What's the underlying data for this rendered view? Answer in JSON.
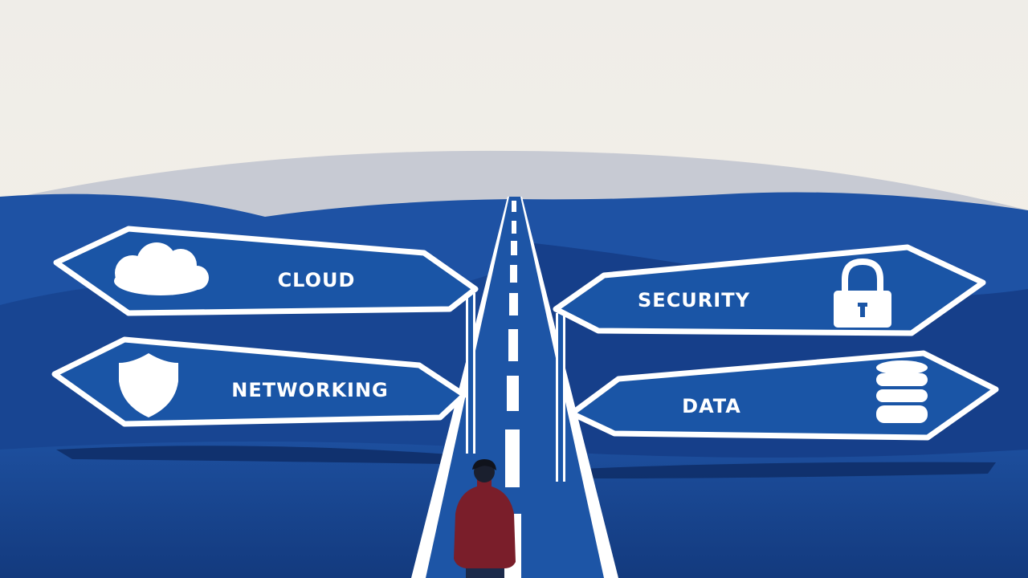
{
  "signs": {
    "cloud": {
      "label": "CLOUD",
      "icon": "cloud-icon"
    },
    "networking": {
      "label": "NETWORKING",
      "icon": "shield-icon"
    },
    "security": {
      "label": "SECURITY",
      "icon": "padlock-icon"
    },
    "data": {
      "label": "DATA",
      "icon": "database-icon"
    }
  },
  "colors": {
    "sky": "#f3efe6",
    "far_hill": "#c9ccd4",
    "hill_blue": "#1c4c9a",
    "hill_dark": "#123a80",
    "sign_fill": "#1a55a6",
    "road": "#1e56a8",
    "jacket": "#7a1e2a"
  }
}
